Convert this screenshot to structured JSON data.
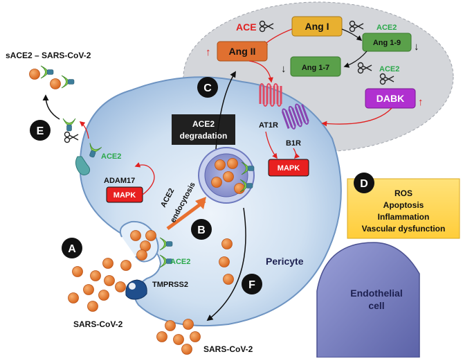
{
  "labels": {
    "sace2_complex": "sACE2 – SARS-CoV-2",
    "ace_enzyme": "ACE",
    "ang1": "Ang I",
    "ang2": "Ang II",
    "ang19": "Ang 1-9",
    "ang17": "Ang 1-7",
    "ace2_top": "ACE2",
    "ace2_mid": "ACE2",
    "dabk": "DABK",
    "ace2_degradation_line1": "ACE2",
    "ace2_degradation_line2": "degradation",
    "at1r": "AT1R",
    "b1r": "B1R",
    "mapk_right": "MAPK",
    "mapk_left": "MAPK",
    "ace2_membrane": "ACE2",
    "adam17": "ADAM17",
    "endocytosis_line1": "ACE2",
    "endocytosis_line2": "endocytosis",
    "ace2_lower": "ACE2",
    "tmprss2": "TMPRSS2",
    "sars_left": "SARS-CoV-2",
    "sars_bottom": "SARS-CoV-2",
    "pericyte": "Pericyte",
    "endothelial_line1": "Endothelial",
    "endothelial_line2": "cell",
    "effects": [
      "ROS",
      "Apoptosis",
      "Inflammation",
      "Vascular dysfunction"
    ]
  },
  "steps": {
    "a": "A",
    "b": "B",
    "c": "C",
    "d": "D",
    "e": "E",
    "f": "F"
  },
  "colors": {
    "ace_red": "#e02020",
    "ace2_green": "#2aa84a",
    "ang1_fill": "#e8b030",
    "ang2_fill": "#e07030",
    "ang_green_fill": "#5aa04a",
    "dabk_fill": "#b030d0",
    "mapk_fill": "#e82020",
    "effects_fill": "#ffd85a",
    "virus_orange": "#e8782a",
    "cell_blue": "#b8d0ea",
    "ras_gray": "#d4d6da",
    "endothelial": "#7c84c0",
    "receptor_red": "#e04860",
    "receptor_purple": "#8844b0",
    "tmprss2_blue": "#1f4e8c",
    "adam17_teal": "#58a8a8"
  }
}
